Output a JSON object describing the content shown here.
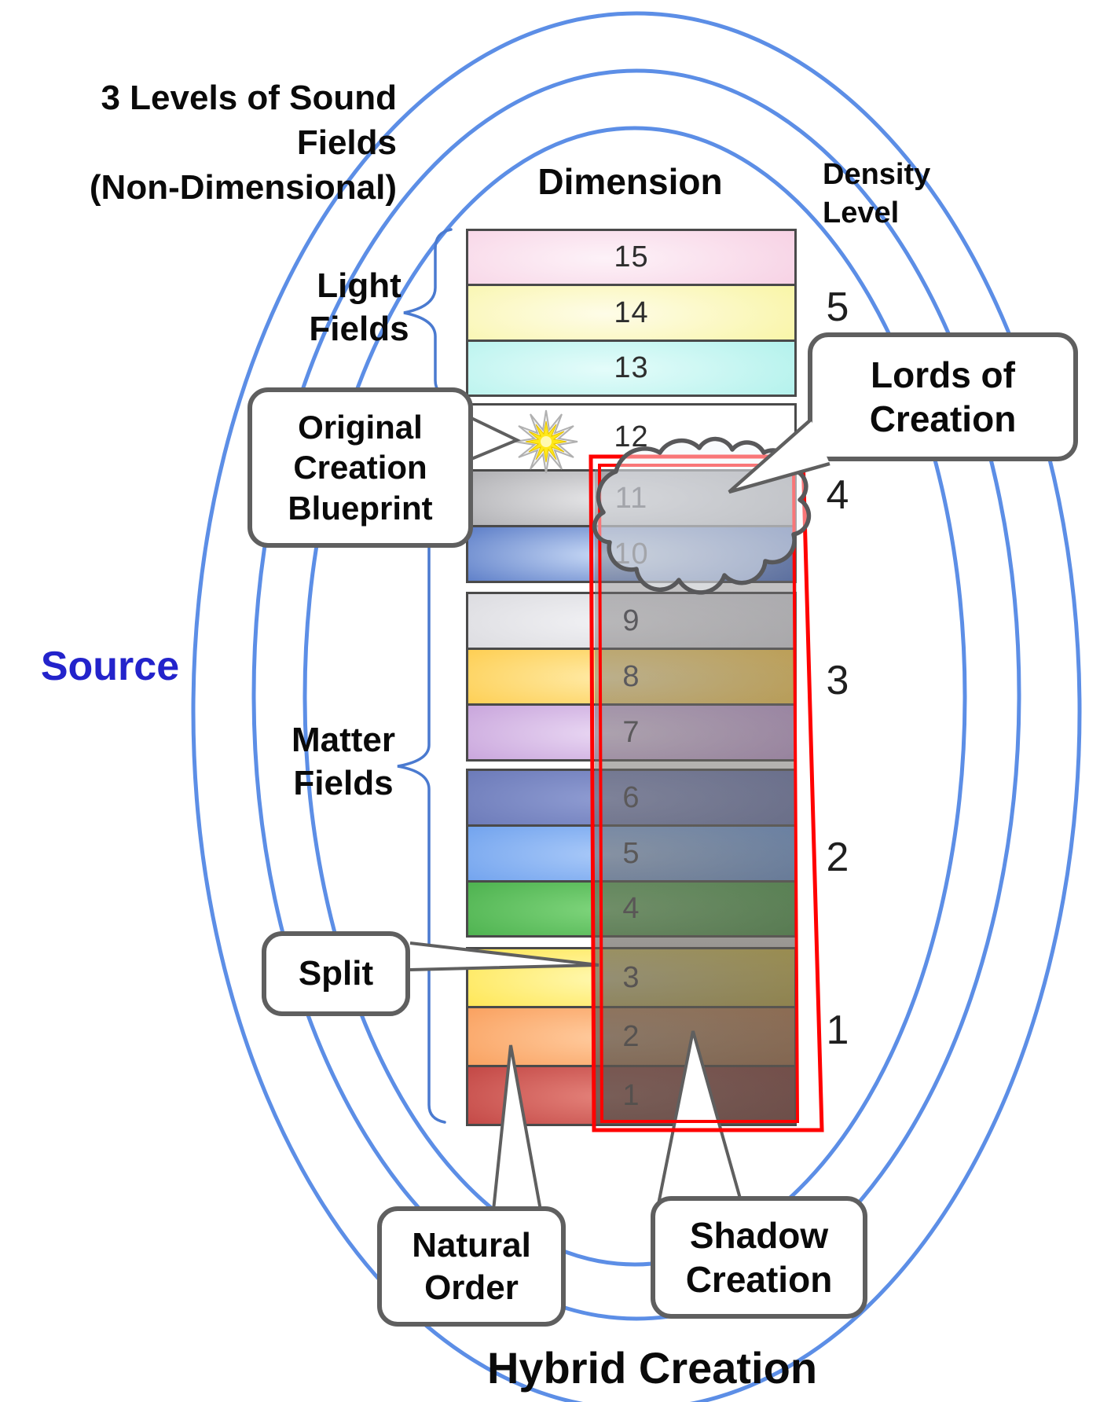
{
  "title": {
    "line1": "3 Levels of Sound Fields",
    "line2": "(Non-Dimensional)"
  },
  "source_label": "Source",
  "headers": {
    "dimension": "Dimension",
    "density_line1": "Density",
    "density_line2": "Level"
  },
  "field_groups": {
    "light": "Light Fields",
    "matter": "Matter Fields"
  },
  "callouts": {
    "original_creation": "Original Creation Blueprint",
    "lords_of_creation": "Lords of Creation",
    "split": "Split",
    "natural_order": "Natural Order",
    "shadow_creation": "Shadow Creation"
  },
  "footer": "Hybrid Creation",
  "dimension_rows": [
    {
      "label": "15",
      "center": "#fdf2f8",
      "edge": "#f6cce1"
    },
    {
      "label": "14",
      "center": "#fefce8",
      "edge": "#f8f49c"
    },
    {
      "label": "13",
      "center": "#e4fcfa",
      "edge": "#abf0ea"
    },
    {
      "label": "12",
      "center": "#ffffff",
      "edge": "#ffffff"
    },
    {
      "label": "11",
      "center": "#e6e6e8",
      "edge": "#98989c"
    },
    {
      "label": "10",
      "center": "#c9daf6",
      "edge": "#2e56b4"
    },
    {
      "label": "9",
      "center": "#f1f1f4",
      "edge": "#d3d3d8"
    },
    {
      "label": "8",
      "center": "#ffeaa6",
      "edge": "#fdc32f"
    },
    {
      "label": "7",
      "center": "#e9d7f3",
      "edge": "#bb90d2"
    },
    {
      "label": "6",
      "center": "#8f9cd2",
      "edge": "#5d6cae"
    },
    {
      "label": "5",
      "center": "#a9c9f8",
      "edge": "#5a93ea"
    },
    {
      "label": "4",
      "center": "#7fd57c",
      "edge": "#38a33c"
    },
    {
      "label": "3",
      "center": "#fff8b0",
      "edge": "#ffdf2e"
    },
    {
      "label": "2",
      "center": "#ffcb9e",
      "edge": "#f78f45"
    },
    {
      "label": "1",
      "center": "#e4827a",
      "edge": "#b52f2f"
    }
  ],
  "density_levels": [
    {
      "label": "5"
    },
    {
      "label": "4"
    },
    {
      "label": "3"
    },
    {
      "label": "2"
    },
    {
      "label": "1"
    }
  ],
  "icons": {
    "sun": "starburst-icon",
    "cloud": "cloud-icon"
  },
  "colors": {
    "ellipse_stroke": "#5c8ee6",
    "brace_stroke": "#4a7ad0",
    "shadow_outline_red": "#ff0100",
    "callout_border": "#5f5f5f",
    "bar_border": "#4a4a4a",
    "source_text": "#2323cb",
    "sun_core": "#ffe81a"
  }
}
